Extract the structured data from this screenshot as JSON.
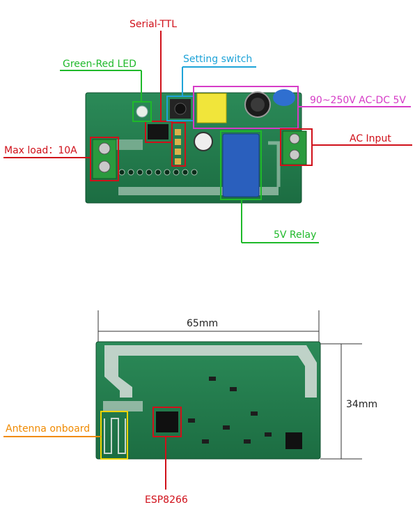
{
  "top_board_labels": {
    "serial_ttl": "Serial-TTL",
    "green_red_led": "Green-Red LED",
    "setting_switch": "Setting switch",
    "ac_dc": "90~250V AC-DC 5V",
    "max_load": "Max load：10A",
    "ac_input": "AC Input",
    "relay": "5V Relay"
  },
  "bottom_board_labels": {
    "width": "65mm",
    "height": "34mm",
    "antenna": "Antenna onboard",
    "chip": "ESP8266"
  },
  "colors": {
    "red": "#d0101a",
    "green": "#1fb92a",
    "cyan": "#1ea3d8",
    "magenta": "#d63cc7",
    "orange": "#f08a00",
    "pcb": "#1f7a4a"
  }
}
